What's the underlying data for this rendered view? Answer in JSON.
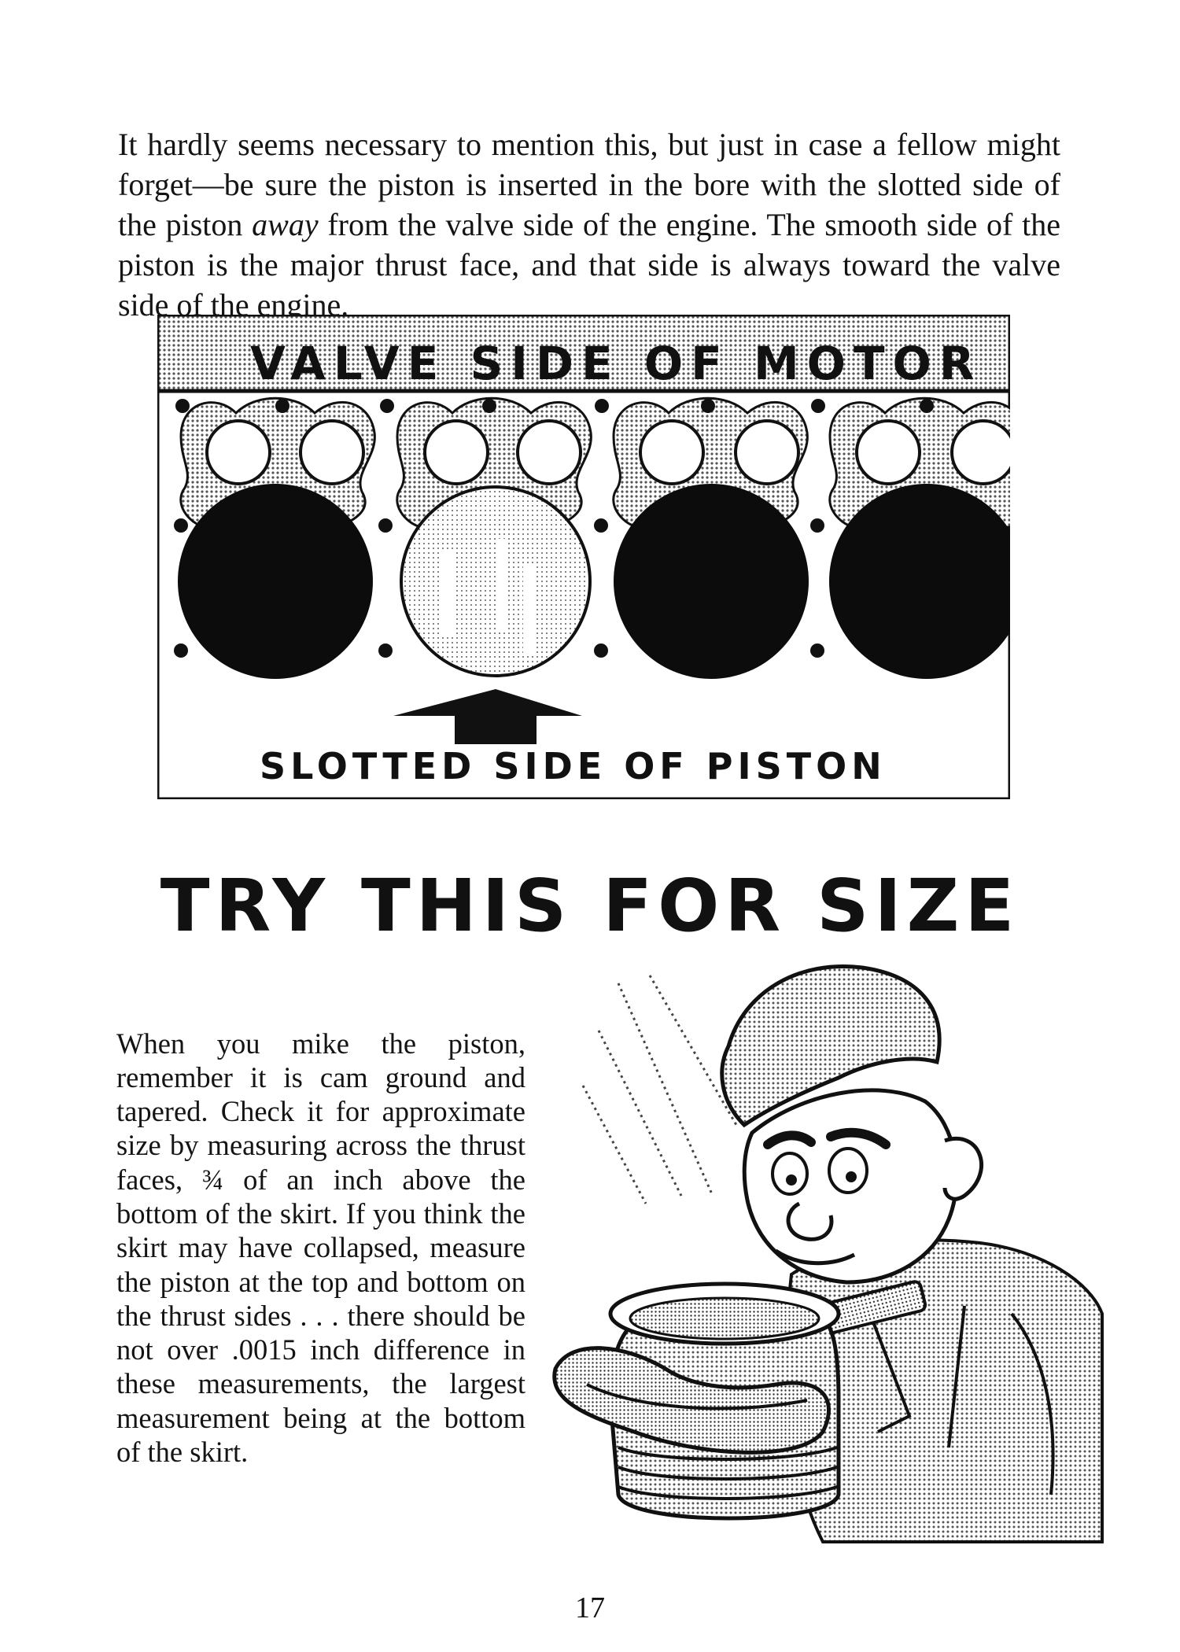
{
  "intro": {
    "part1": "It hardly seems necessary to mention this, but just in case a fellow might forget—be sure the piston is inserted in the bore with the slotted side of the piston ",
    "emph": "away",
    "part2": " from the valve side of the engine. The smooth side of the piston is the major thrust face, and that side is always toward the valve side of the engine."
  },
  "diagram": {
    "top_label": "VALVE SIDE OF MOTOR",
    "bottom_label": "SLOTTED SIDE OF PISTON"
  },
  "heading": "TRY THIS FOR SIZE",
  "side_text": "When you mike the piston, remember it is cam ground and tapered. Check it for approximate size by measuring across the thrust faces, ¾ of an inch above the bottom of the skirt. If you think the skirt may have collapsed, measure the piston at the top and bottom on the thrust sides . . . there should be not over .0015 inch difference in these measurements, the largest measurement being at the bottom of the skirt.",
  "page_number": "17",
  "colors": {
    "ink": "#141414",
    "paper": "#ffffff",
    "screen": "#bdbdbd"
  }
}
